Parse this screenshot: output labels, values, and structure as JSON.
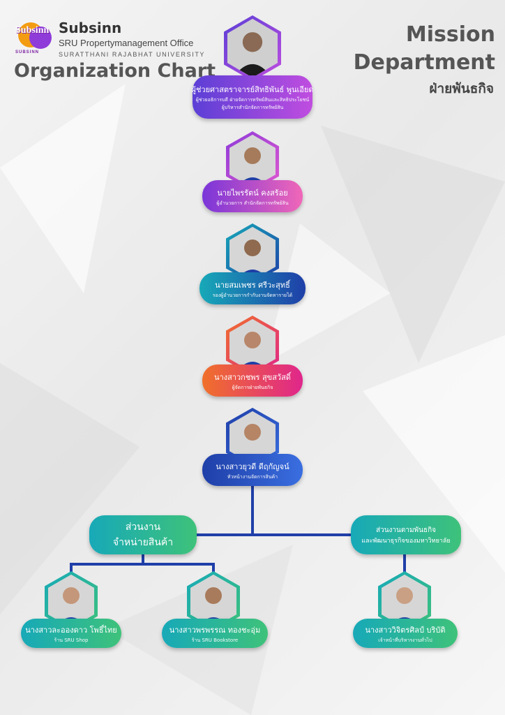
{
  "header": {
    "logo_text": "Subsinn",
    "logo_sub": "SUBSINN",
    "brand_name": "Subsinn",
    "brand_sub": "SRU Propertymanagement Office",
    "brand_uni": "SURATTHANI RAJABHAT UNIVERSITY",
    "org_title": "Organization Chart",
    "mission_line1": "Mission",
    "mission_line2": "Department",
    "mission_thai": "ฝ่ายพันธกิจ"
  },
  "chain": [
    {
      "name": "ผู้ช่วยศาสตราจารย์สิทธิพันธ์ พูนเอียด",
      "role1": "ผู้ช่วยอธิการบดี ฝ่ายจัดการทรัพย์สินและสิทธิประโยชน์",
      "role2": "ผู้บริหารสำนักจัดการทรัพย์สิน"
    },
    {
      "name": "นายไพรรัตน์ คงสร้อย",
      "role1": "ผู้อำนวยการ สำนักจัดการทรัพย์สิน",
      "role2": ""
    },
    {
      "name": "นายสมเพชร ศรีวะสุทธิ์",
      "role1": "รองผู้อำนวยการกำกับงานจัดหารายได้",
      "role2": ""
    },
    {
      "name": "นางสาวกชพร สุขสวัสดิ์",
      "role1": "ผู้จัดการฝ่ายพันธกิจ",
      "role2": ""
    },
    {
      "name": "นางสาวยุวดี ดีฤกัญจน์",
      "role1": "หัวหน้างานจัดการสินค้า",
      "role2": ""
    }
  ],
  "departments": {
    "left": {
      "line1": "ส่วนงาน",
      "line2": "จำหน่ายสินค้า"
    },
    "right": {
      "line1": "ส่วนงานตามพันธกิจ",
      "line2": "และพัฒนาธุรกิจของมหาวิทยาลัย"
    }
  },
  "staff": [
    {
      "name": "นางสาวละอองดาว โพธิ์ไทย",
      "role": "ร้าน SRU Shop"
    },
    {
      "name": "นางสาวพรพรรณ ทองชะอุ่ม",
      "role": "ร้าน SRU Bookstore"
    },
    {
      "name": "นางสาววิจิตรศิลป์ บริบัติ",
      "role": "เจ้าหน้าที่บริหารงานทั่วไป"
    }
  ],
  "colors": {
    "purple": "#8e3bd9",
    "violet": "#5b3fd6",
    "teal": "#17a9b8",
    "orange": "#f0702a",
    "pink": "#e0268c",
    "green": "#3ec27a",
    "navy": "#1f3fa8",
    "line": "#1f3fa8"
  },
  "icons": [
    "person-photo-icon"
  ]
}
